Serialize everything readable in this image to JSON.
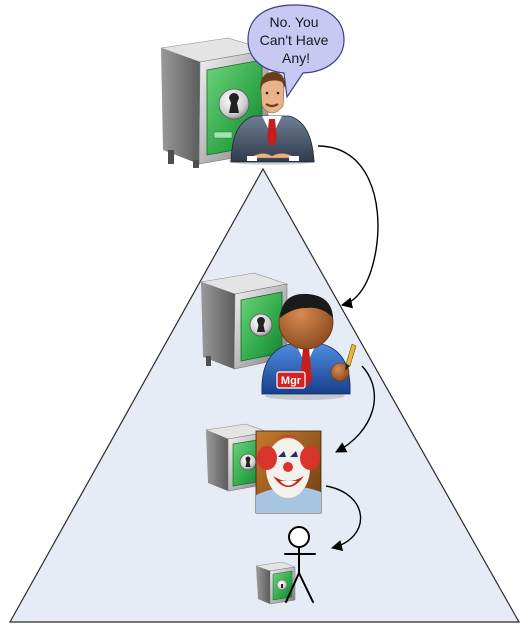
{
  "speech_bubble": {
    "lines": [
      "No. You",
      "Can't Have",
      "Any!"
    ]
  },
  "manager_badge": "Mgr",
  "colors": {
    "pyramid_fill": "#e6ecf6",
    "pyramid_stroke": "#2b2b2b",
    "bubble_fill": "#c7c9f2",
    "bubble_stroke": "#3d3f8a",
    "safe_door": "#2fa84a",
    "arrow": "#000000"
  },
  "icons": [
    "safe-icon",
    "executive-icon",
    "manager-icon",
    "clown-icon",
    "stick-figure-icon",
    "lock-icon"
  ]
}
